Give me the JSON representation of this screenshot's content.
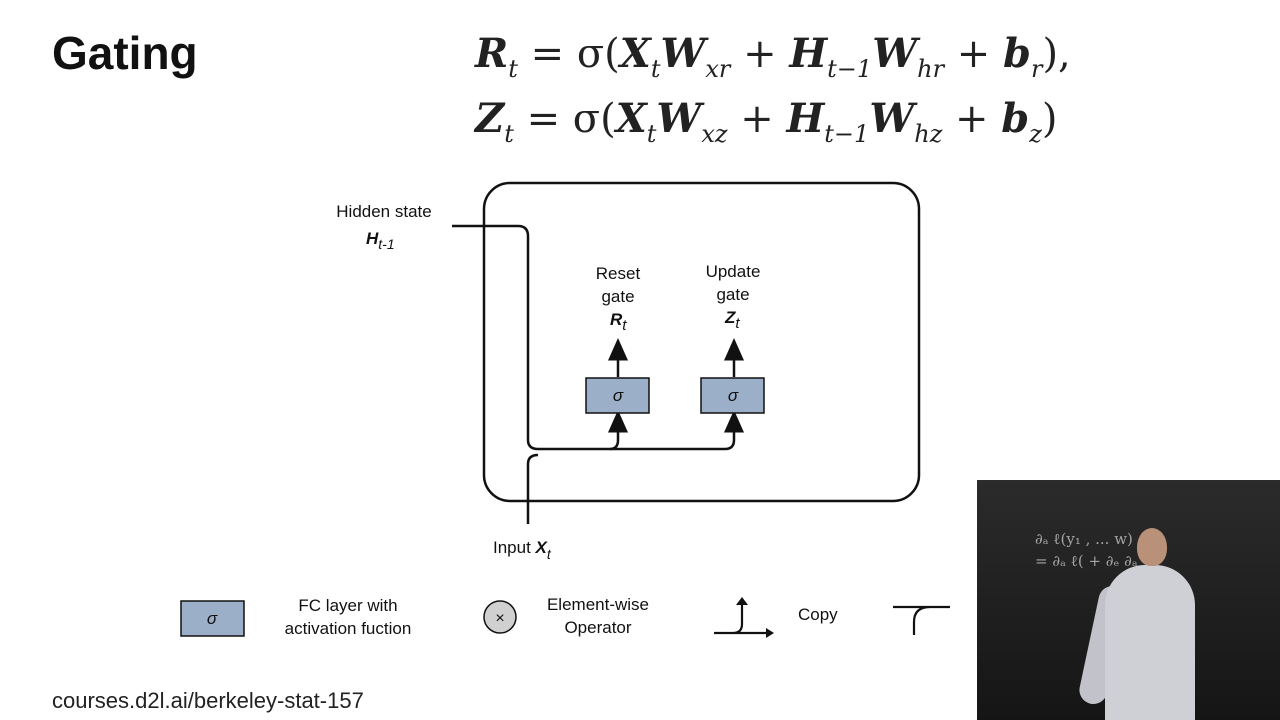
{
  "title": "Gating",
  "equations": [
    {
      "lhs": "R",
      "lhs_sub": "t",
      "w1_sub": "xr",
      "w2_sub": "hr",
      "b_sub": "r",
      "tail": "),"
    },
    {
      "lhs": "Z",
      "lhs_sub": "t",
      "w1_sub": "xz",
      "w2_sub": "hz",
      "b_sub": "z",
      "tail": ")"
    }
  ],
  "diagram": {
    "hidden_state_label": "Hidden state",
    "hidden_state_symbol": "H",
    "hidden_state_sub": "t-1",
    "reset_label_1": "Reset",
    "reset_label_2": "gate",
    "reset_symbol": "R",
    "reset_sub": "t",
    "update_label_1": "Update",
    "update_label_2": "gate",
    "update_symbol": "Z",
    "update_sub": "t",
    "sigma": "σ",
    "input_label": "Input",
    "input_symbol": "X",
    "input_sub": "t",
    "box_fill": "#9bb0c8"
  },
  "legend": {
    "fc_label_1": "FC layer with",
    "fc_label_2": "activation fuction",
    "op_symbol": "×",
    "op_label_1": "Element-wise",
    "op_label_2": "Operator",
    "copy_label": "Copy"
  },
  "footer": "courses.d2l.ai/berkeley-stat-157",
  "video": {
    "chalk_line_1": "∂ₐ ℓ(y₁ , ... w)",
    "chalk_line_2": "= ∂ₐ ℓ(   + ∂ₑ ∂ₐ"
  }
}
